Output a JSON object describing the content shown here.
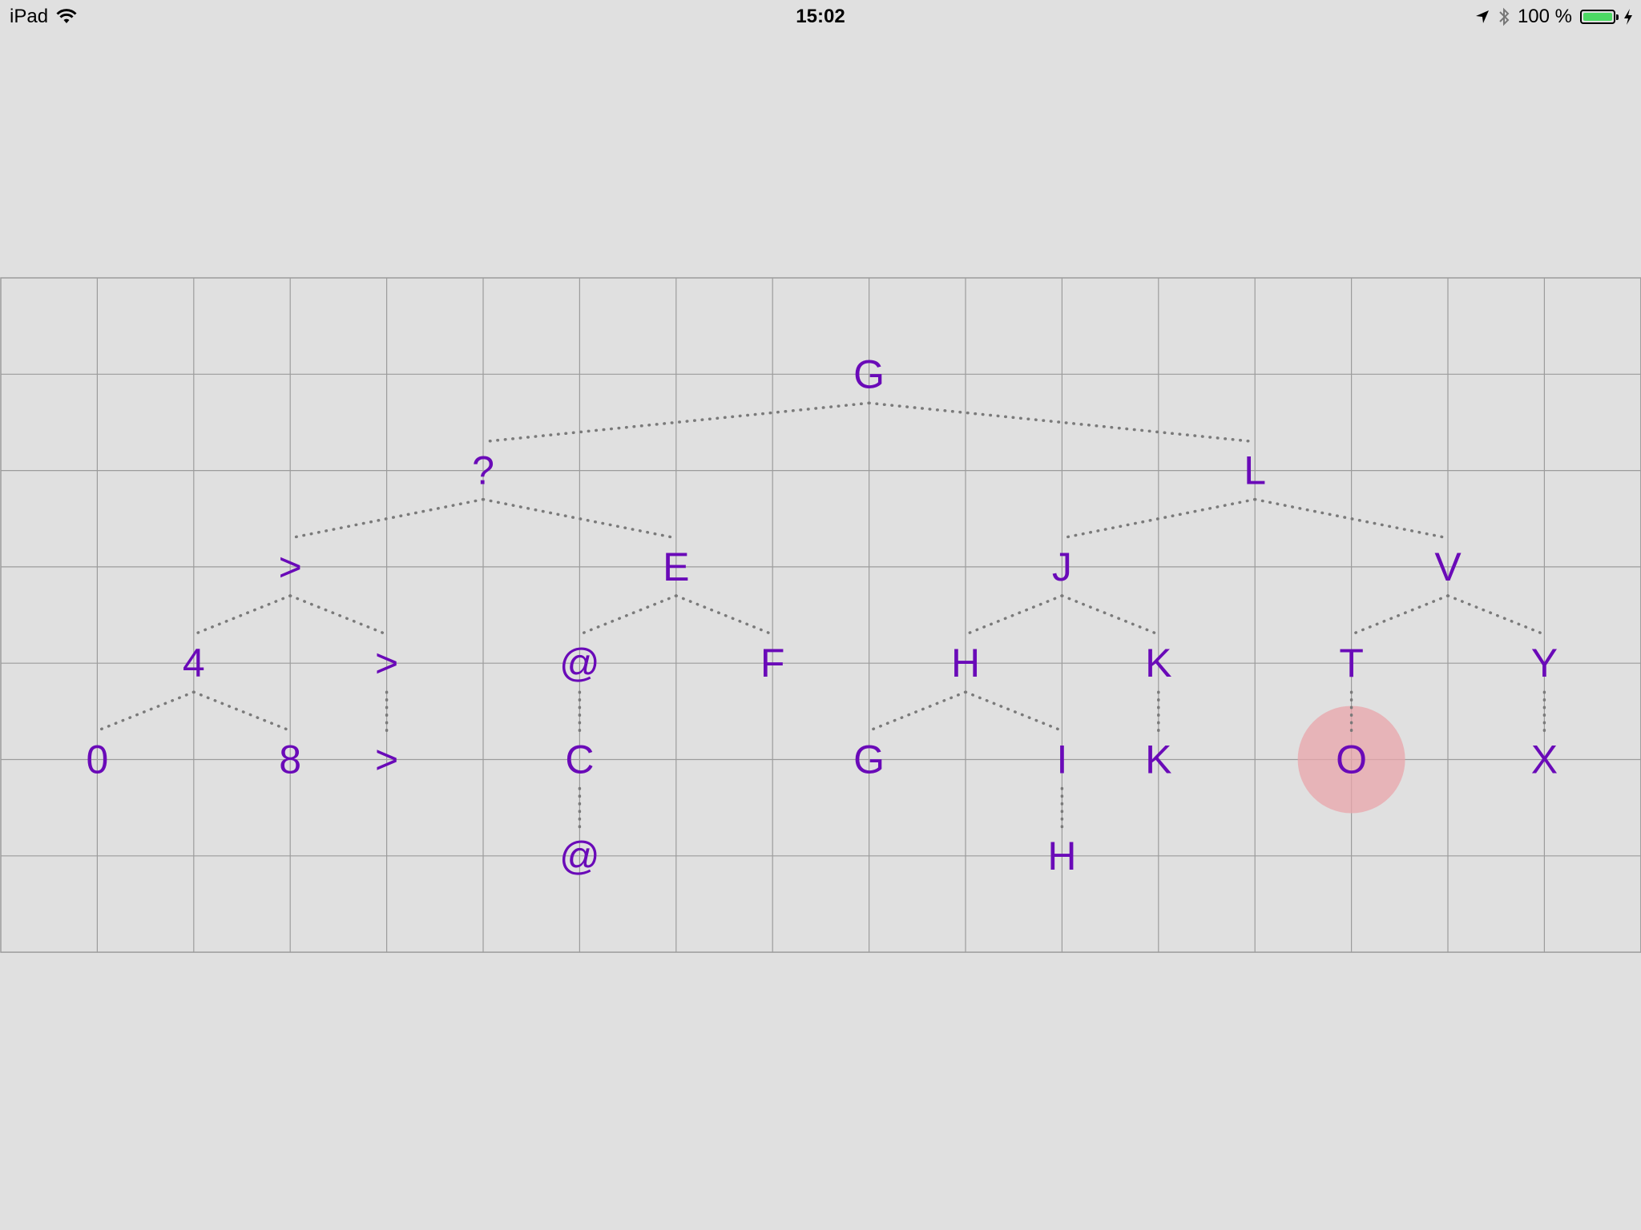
{
  "status_bar": {
    "device": "iPad",
    "time": "15:02",
    "battery_percent": "100 %",
    "icons": [
      "wifi-icon",
      "location-arrow-icon",
      "bluetooth-icon",
      "battery-icon",
      "charging-bolt-icon"
    ]
  },
  "colors": {
    "background": "#e0e0e0",
    "grid_line": "#9c9c9c",
    "node_text": "#6a0ab8",
    "edge": "#7a7a7a",
    "highlight": "#e9a6ab",
    "battery": "#4cd964"
  },
  "tree": {
    "grid": {
      "cols": 17,
      "rows": 7
    },
    "highlighted_node": "n_o",
    "nodes": [
      {
        "id": "n_g",
        "label": "G",
        "col": 9,
        "row": 1
      },
      {
        "id": "n_q",
        "label": "?",
        "col": 5,
        "row": 2
      },
      {
        "id": "n_l",
        "label": "L",
        "col": 13,
        "row": 2
      },
      {
        "id": "n_gt1",
        "label": ">",
        "col": 3,
        "row": 3
      },
      {
        "id": "n_e",
        "label": "E",
        "col": 7,
        "row": 3
      },
      {
        "id": "n_j",
        "label": "J",
        "col": 11,
        "row": 3
      },
      {
        "id": "n_v",
        "label": "V",
        "col": 15,
        "row": 3
      },
      {
        "id": "n_4",
        "label": "4",
        "col": 2,
        "row": 4
      },
      {
        "id": "n_gt2",
        "label": ">",
        "col": 4,
        "row": 4
      },
      {
        "id": "n_at1",
        "label": "@",
        "col": 6,
        "row": 4
      },
      {
        "id": "n_f",
        "label": "F",
        "col": 8,
        "row": 4
      },
      {
        "id": "n_h1",
        "label": "H",
        "col": 10,
        "row": 4
      },
      {
        "id": "n_k1",
        "label": "K",
        "col": 12,
        "row": 4
      },
      {
        "id": "n_t",
        "label": "T",
        "col": 14,
        "row": 4
      },
      {
        "id": "n_y",
        "label": "Y",
        "col": 16,
        "row": 4
      },
      {
        "id": "n_0",
        "label": "0",
        "col": 1,
        "row": 5
      },
      {
        "id": "n_8",
        "label": "8",
        "col": 3,
        "row": 5
      },
      {
        "id": "n_gt3",
        "label": ">",
        "col": 4,
        "row": 5
      },
      {
        "id": "n_c",
        "label": "C",
        "col": 6,
        "row": 5
      },
      {
        "id": "n_g2",
        "label": "G",
        "col": 9,
        "row": 5
      },
      {
        "id": "n_i",
        "label": "I",
        "col": 11,
        "row": 5
      },
      {
        "id": "n_k2",
        "label": "K",
        "col": 12,
        "row": 5
      },
      {
        "id": "n_o",
        "label": "O",
        "col": 14,
        "row": 5
      },
      {
        "id": "n_x",
        "label": "X",
        "col": 16,
        "row": 5
      },
      {
        "id": "n_at2",
        "label": "@",
        "col": 6,
        "row": 6
      },
      {
        "id": "n_h2",
        "label": "H",
        "col": 11,
        "row": 6
      }
    ],
    "edges": [
      [
        "n_g",
        "n_q"
      ],
      [
        "n_g",
        "n_l"
      ],
      [
        "n_q",
        "n_gt1"
      ],
      [
        "n_q",
        "n_e"
      ],
      [
        "n_l",
        "n_j"
      ],
      [
        "n_l",
        "n_v"
      ],
      [
        "n_gt1",
        "n_4"
      ],
      [
        "n_gt1",
        "n_gt2"
      ],
      [
        "n_e",
        "n_at1"
      ],
      [
        "n_e",
        "n_f"
      ],
      [
        "n_j",
        "n_h1"
      ],
      [
        "n_j",
        "n_k1"
      ],
      [
        "n_v",
        "n_t"
      ],
      [
        "n_v",
        "n_y"
      ],
      [
        "n_4",
        "n_0"
      ],
      [
        "n_4",
        "n_8"
      ],
      [
        "n_gt2",
        "n_gt3"
      ],
      [
        "n_at1",
        "n_c"
      ],
      [
        "n_h1",
        "n_g2"
      ],
      [
        "n_h1",
        "n_i"
      ],
      [
        "n_k1",
        "n_k2"
      ],
      [
        "n_t",
        "n_o"
      ],
      [
        "n_y",
        "n_x"
      ],
      [
        "n_c",
        "n_at2"
      ],
      [
        "n_i",
        "n_h2"
      ]
    ]
  }
}
